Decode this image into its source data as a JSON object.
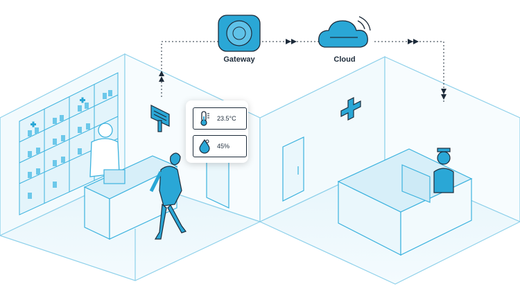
{
  "labels": {
    "gateway": "Gateway",
    "cloud": "Cloud"
  },
  "sensor_card": {
    "temperature": "23.5°C",
    "humidity": "45%"
  },
  "icons": {
    "gateway": "gateway-device-icon",
    "cloud": "cloud-wifi-icon",
    "sensor": "wall-sensor-icon",
    "temperature": "thermometer-icon",
    "humidity": "humidity-drop-icon",
    "pharmacy_cross": "medical-cross-icon"
  },
  "colors": {
    "accent": "#2aa7d6",
    "accent_light": "#cdeaf6",
    "outline": "#1d2b3a",
    "room_line": "#8dd0ea"
  }
}
